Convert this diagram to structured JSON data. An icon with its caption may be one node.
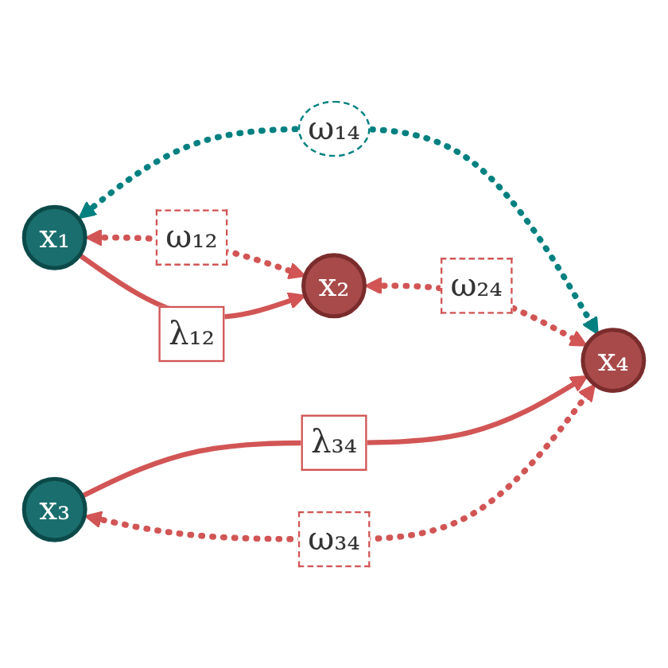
{
  "diagram": {
    "nodes": [
      {
        "text": [
          "x₁"
        ]
      },
      {
        "text": [
          "x₂"
        ]
      },
      {
        "text": [
          "x₃"
        ]
      },
      {
        "text": [
          "x₄"
        ]
      }
    ],
    "edges": [
      {
        "from": 0,
        "to": 1,
        "arrow": "both",
        "label": "ω₁₂",
        "style": "dashed"
      },
      {
        "from": 0,
        "to": 1,
        "arrow": "to",
        "label": "λ₁₂"
      },
      {
        "from": 0,
        "to": 3,
        "arrow": "both",
        "label": "ω₁₄",
        "style": "dashed",
        "color": "#008080"
      },
      {
        "from": 1,
        "to": 3,
        "arrow": "both",
        "label": "ω₂₄",
        "style": "dashed"
      },
      {
        "from": 2,
        "to": 3,
        "arrow": "to",
        "label": "λ₃₄"
      },
      {
        "from": 2,
        "to": 3,
        "arrow": "both",
        "label": "ω₃₄",
        "style": "dashed"
      }
    ]
  }
}
